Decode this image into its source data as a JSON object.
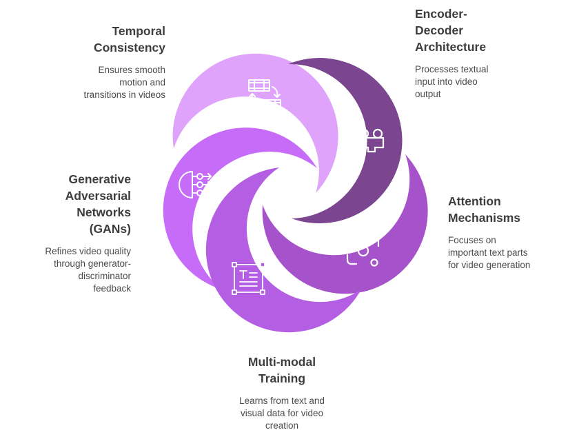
{
  "colors": {
    "temporal": "#dfa3fb",
    "encoder": "#7b4590",
    "attention": "#a552cb",
    "multimodal": "#b45ee3",
    "gans": "#c76cf8",
    "icon_light": "#ffffff"
  },
  "items": [
    {
      "key": "temporal",
      "title": "Temporal\nConsistency",
      "description": "Ensures smooth\nmotion and\ntransitions in videos",
      "icon": "film-transition-icon"
    },
    {
      "key": "encoder",
      "title": "Encoder-\nDecoder\nArchitecture",
      "description": "Processes textual\ninput into video\noutput",
      "icon": "video-camera-icon"
    },
    {
      "key": "attention",
      "title": "Attention\nMechanisms",
      "description": "Focuses on\nimportant text parts\nfor video generation",
      "icon": "focus-target-icon"
    },
    {
      "key": "multimodal",
      "title": "Multi-modal\nTraining",
      "description": "Learns from text and\nvisual data for video\ncreation",
      "icon": "text-frame-icon"
    },
    {
      "key": "gans",
      "title": "Generative\nAdversarial\nNetworks\n(GANs)",
      "description": "Refines video quality\nthrough generator-\ndiscriminator\nfeedback",
      "icon": "network-nodes-icon"
    }
  ]
}
